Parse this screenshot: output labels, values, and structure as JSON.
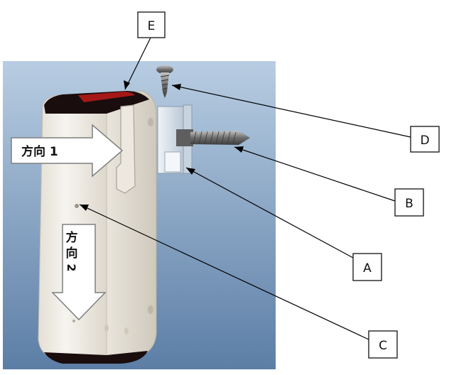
{
  "callouts": {
    "A": "A",
    "B": "B",
    "C": "C",
    "D": "D",
    "E": "E"
  },
  "arrows": {
    "direction_1_label": "方向 1",
    "direction_2_chars": [
      "方",
      "向",
      "2"
    ]
  },
  "colors": {
    "wall_top": "#b8cde2",
    "wall_bottom": "#5c7ea6",
    "housing": "#f1eee8",
    "housing_shadow": "#d8d3c8",
    "lens": "#1a0d0d",
    "lens_red": "#b51a1a",
    "clip": "#dde7f2",
    "screw": "#8a8a8a",
    "leader": "#000000"
  }
}
